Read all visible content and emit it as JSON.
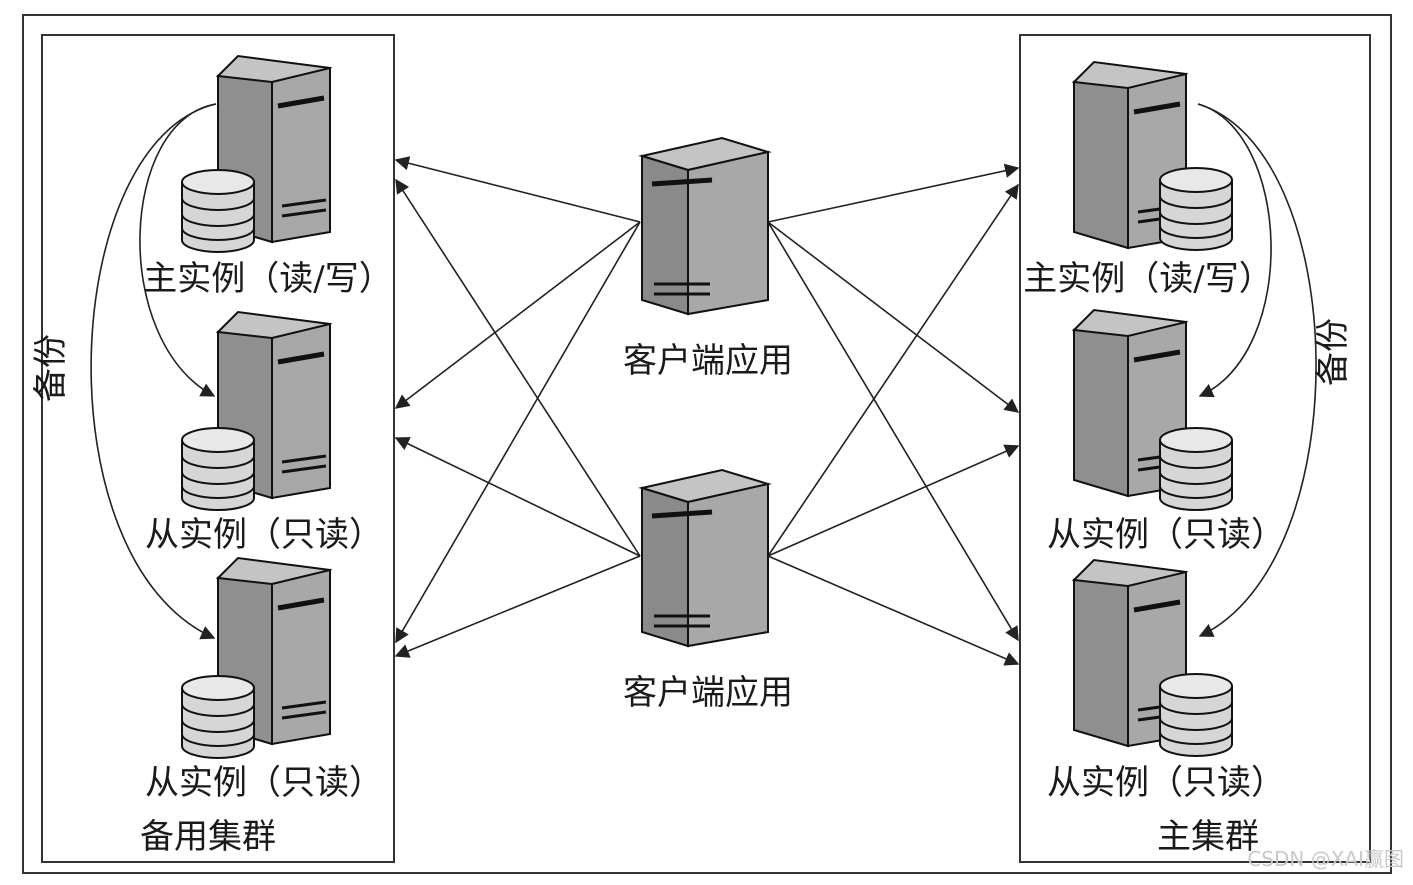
{
  "client_label_1": "客户端应用",
  "client_label_2": "客户端应用",
  "standby_cluster": {
    "title": "备用集群",
    "backup_label": "备份",
    "nodes": [
      "主实例（读/写）",
      "从实例（只读）",
      "从实例（只读）"
    ]
  },
  "primary_cluster": {
    "title": "主集群",
    "backup_label": "备份",
    "nodes": [
      "主实例（读/写）",
      "从实例（只读）",
      "从实例（只读）"
    ]
  },
  "watermark": "CSDN @XAI赢图",
  "colors": {
    "server_front": "#8c8c8c",
    "server_side": "#a6a6a6",
    "server_top": "#c4c4c4",
    "db_body": "#d4d4d4",
    "line": "#222222"
  }
}
